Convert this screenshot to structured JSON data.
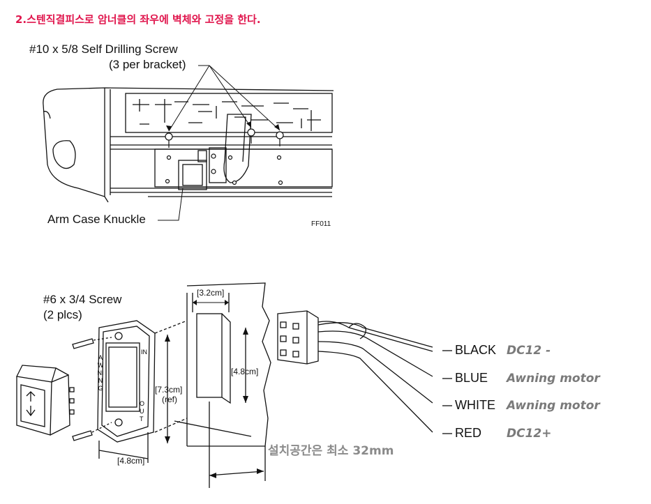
{
  "heading": "2.스텐직결피스로 암너클의 좌우에 벽체와 고정을 한다.",
  "figure1": {
    "screw_label": "#10 x 5/8 Self Drilling Screw",
    "screw_note": "(3 per bracket)",
    "knuckle_label": "Arm Case Knuckle",
    "figure_code": "FF011"
  },
  "figure2": {
    "screw_label": "#6 x 3/4 Screw",
    "screw_note": "(2 plcs)",
    "bezel_left_text": "AWNING",
    "bezel_in": "IN",
    "bezel_out": "OUT",
    "dim_cutout_width": "[3.2cm]",
    "dim_cutout_height": "[4.8cm]",
    "dim_bezel_height": "[7.3cm]",
    "dim_bezel_height_note": "(ref)",
    "dim_bezel_width": "[4.8cm]",
    "clearance_note": "설치공간은 최소 32mm",
    "wires": [
      {
        "color_name": "BLACK",
        "function": "DC12 -"
      },
      {
        "color_name": "BLUE",
        "function": "Awning motor"
      },
      {
        "color_name": "WHITE",
        "function": "Awning motor"
      },
      {
        "color_name": "RED",
        "function": "DC12+"
      }
    ]
  }
}
